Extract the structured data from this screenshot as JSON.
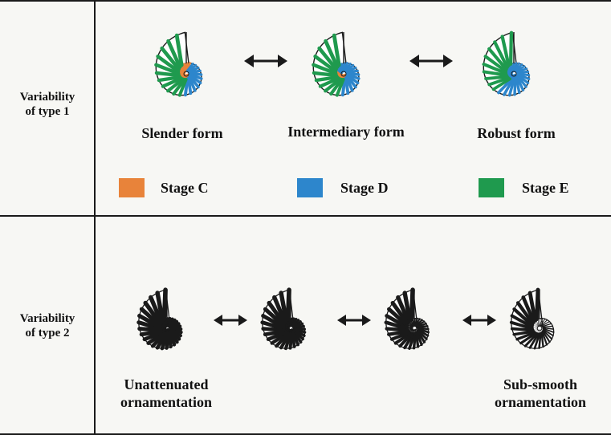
{
  "row1": {
    "label_line1": "Variability",
    "label_line2": "of type 1",
    "forms": [
      {
        "name": "Slender form",
        "stages": [
          "C",
          "D",
          "E"
        ]
      },
      {
        "name": "Intermediary form",
        "stages": [
          "C",
          "D",
          "E"
        ]
      },
      {
        "name": "Robust form",
        "stages": [
          "D",
          "E"
        ]
      }
    ],
    "legend": [
      {
        "label": "Stage C",
        "color": "#e8833a"
      },
      {
        "label": "Stage D",
        "color": "#2d86cc"
      },
      {
        "label": "Stage E",
        "color": "#1f9a4e"
      }
    ]
  },
  "row2": {
    "label_line1": "Variability",
    "label_line2": "of type 2",
    "left_caption_line1": "Unattenuated",
    "left_caption_line2": "ornamentation",
    "right_caption_line1": "Sub-smooth",
    "right_caption_line2": "ornamentation",
    "shell_count": 4
  },
  "colors": {
    "ink": "#1a1a1a",
    "stageC": "#e8833a",
    "stageD": "#2d86cc",
    "stageE": "#1f9a4e"
  }
}
